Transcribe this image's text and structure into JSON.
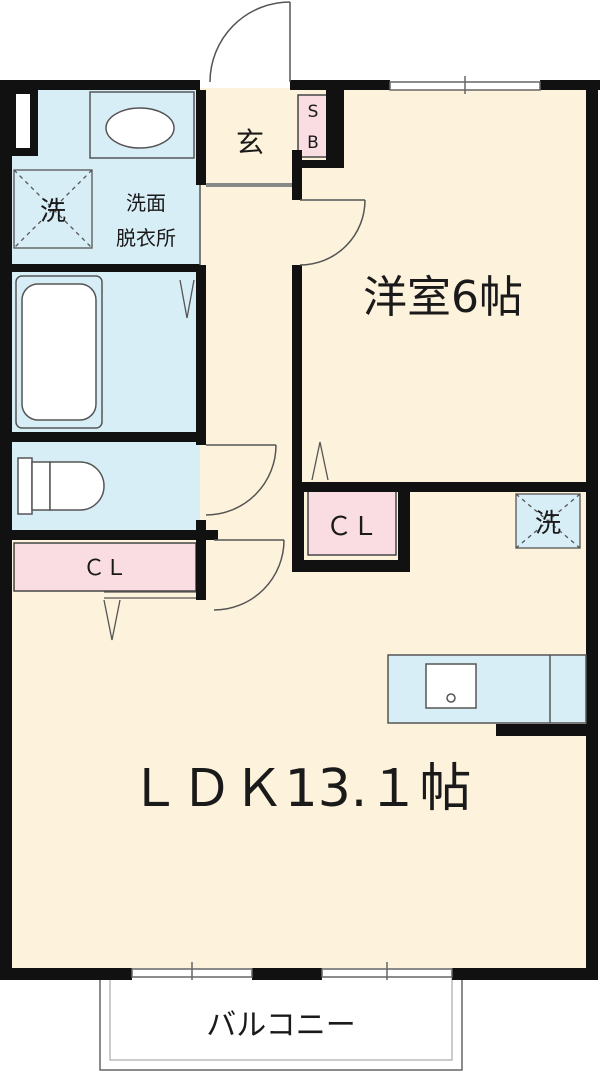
{
  "colors": {
    "living": "#fdf2dc",
    "wet": "#d8eef7",
    "closet": "#f9dde3",
    "entry": "#fdf2dc",
    "wall": "#111111",
    "line": "#555555"
  },
  "rooms": {
    "western_room": "洋室6帖",
    "ldk": "ＬＤＫ13.１帖",
    "genkan": "玄",
    "shoebox_s": "S",
    "shoebox_b": "B",
    "washroom_line1": "洗面",
    "washroom_line2": "脱衣所",
    "washer_room": "洗",
    "washer_ldk": "洗",
    "closet_western": "ＣＬ",
    "closet_hall": "ＣＬ",
    "balcony": "バルコニー"
  },
  "icons": [
    "toilet-icon",
    "bathtub-icon",
    "sink-icon",
    "kitchen-sink-icon",
    "washer-icon",
    "door-swing-icon",
    "sliding-door-icon"
  ]
}
